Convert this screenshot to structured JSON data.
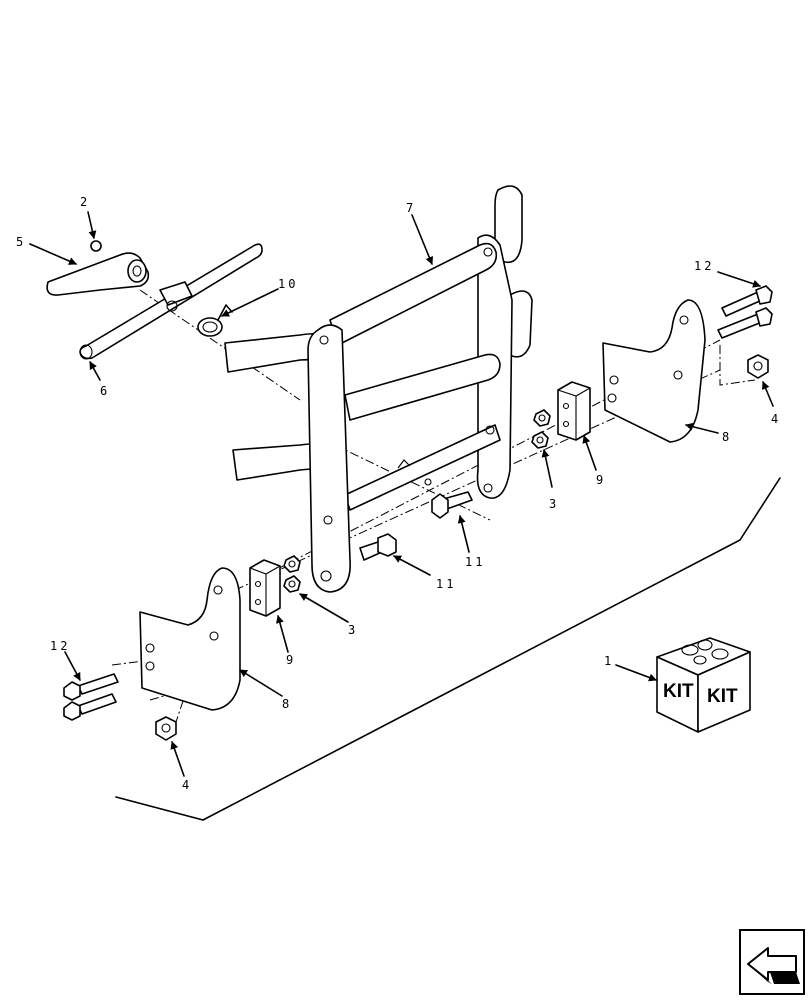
{
  "labels": {
    "l1": "1",
    "l2": "2",
    "l3a": "3",
    "l3b": "3",
    "l4a": "4",
    "l4b": "4",
    "l5": "5",
    "l6": "6",
    "l7": "7",
    "l8a": "8",
    "l8b": "8",
    "l9a": "9",
    "l9b": "9",
    "l10": "10",
    "l11a": "11",
    "l11b": "11",
    "l12a": "12",
    "l12b": "12"
  },
  "kit_box": {
    "left_text": "KIT",
    "right_text": "KIT"
  },
  "nav": {
    "icon": "previous-page-arrow-icon"
  }
}
